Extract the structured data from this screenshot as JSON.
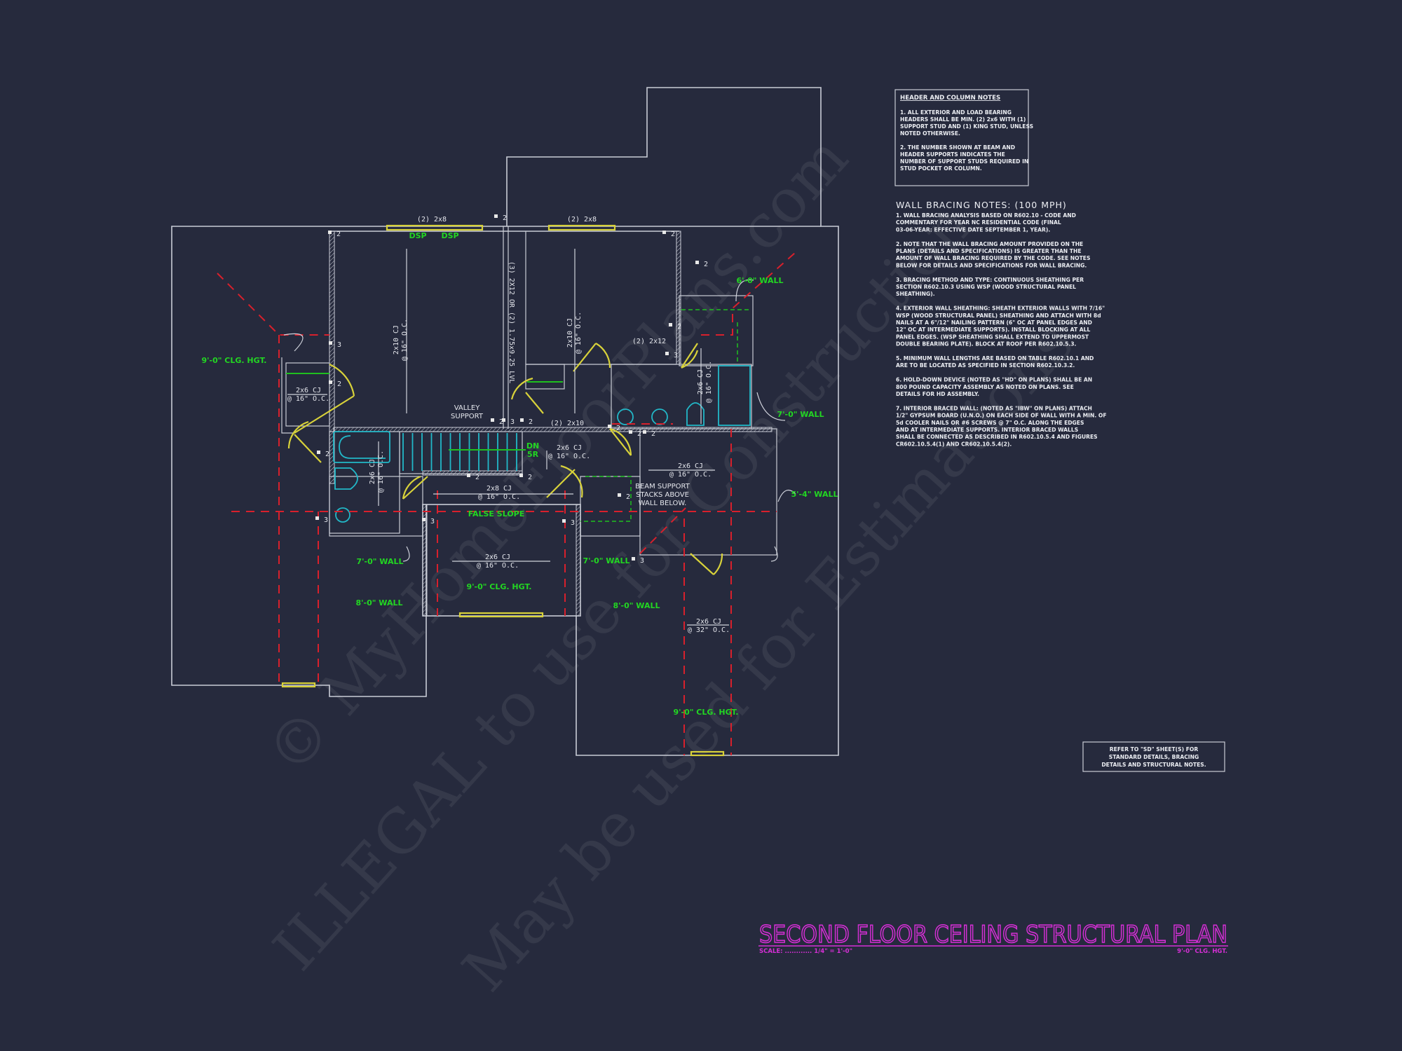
{
  "colors": {
    "background": "#262a3d",
    "walls": "#c9ccd6",
    "ceiling_break": "#d8202c",
    "wall_height_labels": "#22d622",
    "headers": "#d8d23a",
    "fixtures": "#22b8c8",
    "title": "#d62fd6"
  },
  "title_block": {
    "title": "SECOND FLOOR CEILING STRUCTURAL PLAN",
    "scale": "SCALE: ............ 1/4\" = 1'-0\"",
    "ceiling_height": "9'-0\" CLG. HGT."
  },
  "refer_note": [
    "REFER TO \"SD\"  SHEET(S) FOR",
    "STANDARD DETAILS, BRACING",
    "DETAILS AND STRUCTURAL NOTES."
  ],
  "header_notes": {
    "title": "HEADER AND COLUMN NOTES",
    "lines": [
      "1. ALL EXTERIOR AND LOAD BEARING",
      "HEADERS SHALL BE MIN. (2) 2x6 WITH (1)",
      "SUPPORT STUD AND (1) KING STUD, UNLESS",
      "NOTED OTHERWISE.",
      "",
      "2. THE NUMBER SHOWN AT BEAM AND",
      "HEADER SUPPORTS INDICATES THE",
      "NUMBER OF SUPPORT STUDS REQUIRED IN",
      "STUD POCKET OR COLUMN."
    ]
  },
  "bracing_notes": {
    "title": "WALL BRACING NOTES: (100 MPH)",
    "lines": [
      "1. WALL BRACING ANALYSIS BASED ON R602.10 - CODE AND",
      "COMMENTARY FOR YEAR NC RESIDENTIAL CODE (FINAL",
      "03-06-YEAR: EFFECTIVE DATE SEPTEMBER 1, YEAR).",
      "",
      "2. NOTE THAT THE WALL BRACING AMOUNT PROVIDED ON THE",
      "PLANS (DETAILS AND SPECIFICATIONS) IS GREATER THAN THE",
      "AMOUNT OF WALL BRACING REQUIRED BY THE CODE. SEE NOTES",
      "BELOW FOR DETAILS AND SPECIFICATIONS FOR WALL BRACING.",
      "",
      "3. BRACING METHOD AND TYPE: CONTINUOUS SHEATHING PER",
      "SECTION R602.10.3 USING WSP (WOOD STRUCTURAL PANEL",
      "SHEATHING).",
      "",
      "4. EXTERIOR WALL SHEATHING: SHEATH EXTERIOR WALLS WITH 7/16\"",
      "WSP (WOOD STRUCTURAL PANEL) SHEATHING AND ATTACH WITH 8d",
      "NAILS AT A 6\"/12\" NAILING PATTERN (6\" OC AT PANEL EDGES AND",
      "12\" OC AT INTERMEDIATE SUPPORTS). INSTALL BLOCKING AT ALL",
      "PANEL EDGES. (WSP SHEATHING SHALL EXTEND TO UPPERMOST",
      "DOUBLE BEARING PLATE). BLOCK AT ROOF PER R602.10.5.3.",
      "",
      "5. MINIMUM WALL LENGTHS ARE BASED ON TABLE R602.10.1 AND",
      "ARE TO BE LOCATED AS SPECIFIED IN SECTION R602.10.3.2.",
      "",
      "6. HOLD-DOWN DEVICE (NOTED AS \"HD\" ON PLANS) SHALL BE AN",
      "800 POUND CAPACITY ASSEMBLY AS NOTED ON PLANS. SEE",
      "DETAILS FOR HD ASSEMBLY.",
      "",
      "7. INTERIOR BRACED WALL: (NOTED AS \"IBW\" ON PLANS) ATTACH",
      "1/2\" GYPSUM BOARD (U.N.O.) ON EACH SIDE OF WALL WITH A MIN. OF",
      "5d COOLER NAILS OR #6 SCREWS @ 7\" O.C. ALONG THE EDGES",
      "AND AT INTERMEDIATE SUPPORTS.  INTERIOR BRACED WALLS",
      "SHALL BE CONNECTED AS DESCRIBED IN R602.10.5.4 AND FIGURES",
      "CR602.10.5.4(1) AND CR602.10.5.4(2)."
    ]
  },
  "plan_labels": {
    "header_left": "(2) 2x8",
    "dsp": "DSP",
    "header_right": "(2) 2x8",
    "cj_bed1": [
      "2x10 CJ",
      "@ 16\" O.C."
    ],
    "cj_bed2": [
      "2x10 CJ",
      "@ 16\" O.C."
    ],
    "lvl_beam": "(3) 2X12 OR (2) 1.75x9.25 LVL",
    "clg_left": "9'-0\" CLG. HGT.",
    "cj_closet": [
      "2x6 CJ",
      "@ 16\" O.C."
    ],
    "valley": [
      "VALLEY",
      "SUPPORT"
    ],
    "header_2x12": "(2) 2x12",
    "wall_6": "6'-0\" WALL",
    "cj_bath2": [
      "2x6 CJ",
      "@ 16\" O.C."
    ],
    "wall_7_bath": "7'-0\" WALL",
    "header_2x10": "(2) 2x10",
    "stair": [
      "DN",
      "5R"
    ],
    "cj_hall": [
      "2x6 CJ",
      "@ 16\" O.C."
    ],
    "cj_bonus": [
      "2x6 CJ",
      "@ 16\" O.C."
    ],
    "beam_support": [
      "BEAM SUPPORT",
      "STACKS ABOVE",
      "WALL BELOW."
    ],
    "wall_54": "5'-4\" WALL",
    "cj_bath1": [
      "2x6 CJ",
      "@ 16\" O.C."
    ],
    "cj_2x8": [
      "2x8 CJ",
      "@ 16\" O.C."
    ],
    "false_slope": "FALSE SLOPE",
    "wall_7_left": "7'-0\" WALL",
    "wall_7_right": "7'-0\" WALL",
    "cj_center": [
      "2x6 CJ",
      "@ 16\" O.C."
    ],
    "clg_center": "9'-0\" CLG. HGT.",
    "wall_8_left": "8'-0\" WALL",
    "wall_8_right": "8'-0\" WALL",
    "cj_garage": [
      "2x6 CJ",
      "@ 32\" O.C."
    ],
    "clg_right": "9'-0\" CLG. HGT."
  },
  "stud_counts": [
    "2",
    "2",
    "2",
    "3",
    "2",
    "2",
    "3",
    "2",
    "3",
    "2",
    "2",
    "3",
    "2",
    "2",
    "2",
    "2",
    "3",
    "3",
    "2",
    "3",
    "2",
    "2"
  ],
  "watermark": [
    "© MyHomeFloorPlans.com",
    "ILLEGAL to use for Construction",
    "May be used for Estimations"
  ]
}
